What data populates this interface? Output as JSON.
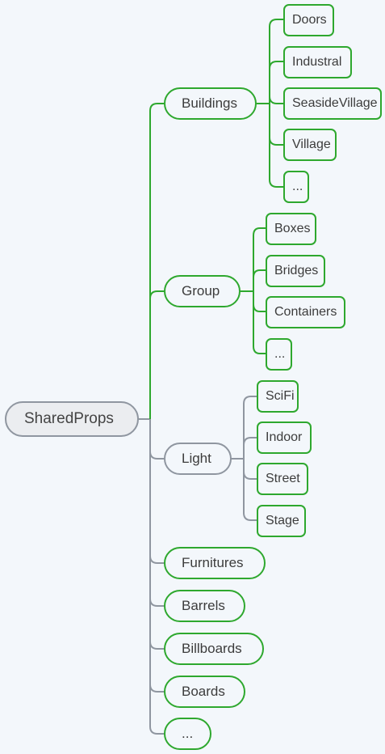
{
  "root": {
    "label": "SharedProps"
  },
  "branches": {
    "buildings": {
      "label": "Buildings",
      "children": [
        "Doors",
        "Industral",
        "SeasideVillage",
        "Village",
        "..."
      ]
    },
    "group": {
      "label": "Group",
      "children": [
        "Boxes",
        "Bridges",
        "Containers",
        "..."
      ]
    },
    "light": {
      "label": "Light",
      "children": [
        "SciFi",
        "Indoor",
        "Street",
        "Stage"
      ]
    },
    "furnitures": {
      "label": "Furnitures"
    },
    "barrels": {
      "label": "Barrels"
    },
    "billboards": {
      "label": "Billboards"
    },
    "boards": {
      "label": "Boards"
    },
    "more": {
      "label": "..."
    }
  },
  "colors": {
    "green": "#2ea82e",
    "gray": "#8f96a0",
    "background": "#f3f7fb",
    "root_fill": "#ebedf0",
    "text": "#3c3c3c"
  }
}
